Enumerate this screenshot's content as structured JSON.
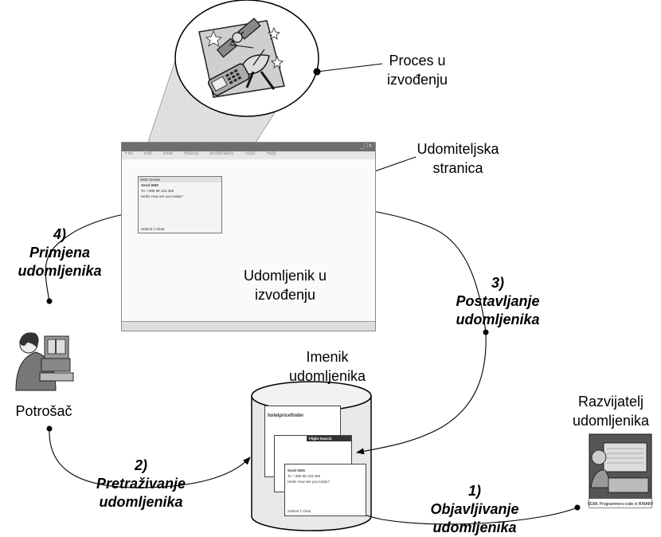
{
  "labels": {
    "proces": [
      "Proces u",
      "izvođenju"
    ],
    "udomiteljska": [
      "Udomiteljska",
      "stranica"
    ],
    "udomljenik": [
      "Udomljenik u",
      "izvođenju"
    ],
    "imenik": [
      "Imenik",
      "udomljenika"
    ],
    "razvijatelj": [
      "Razvijatelj",
      "udomljenika"
    ],
    "potrosac": "Potrošač"
  },
  "steps": [
    {
      "num": "4)",
      "text1": "Primjena",
      "text2": "udomljenika"
    },
    {
      "num": "3)",
      "text1": "Postavljanje",
      "text2": "udomljenika"
    },
    {
      "num": "2)",
      "text1": "Pretraživanje",
      "text2": "udomljenika"
    },
    {
      "num": "1)",
      "text1": "Objavljivanje",
      "text2": "udomljenika"
    }
  ],
  "browser": {
    "menu": [
      "File",
      "Edit",
      "View",
      "History",
      "Bookmarks",
      "Tools",
      "Help"
    ],
    "widget": {
      "header": "SMS Sender",
      "title": "Send SMS",
      "to": "To: +385 98 123 456",
      "message": "Hello! How are you today?",
      "footer": "Submit  ‡  Clear"
    }
  },
  "cards": {
    "hotel": "hotelpricefinder",
    "flight": "Flight Search",
    "sms_title": "Send SMS",
    "sms_to": "To: +385 98 123 456",
    "sms_msg": "Hello! How are you today?",
    "sms_footer": "Submit  ‡  Clear"
  },
  "colors": {
    "stroke": "#000000",
    "cylinder": "#e8e8e8",
    "cone": "#d9d9d9"
  }
}
